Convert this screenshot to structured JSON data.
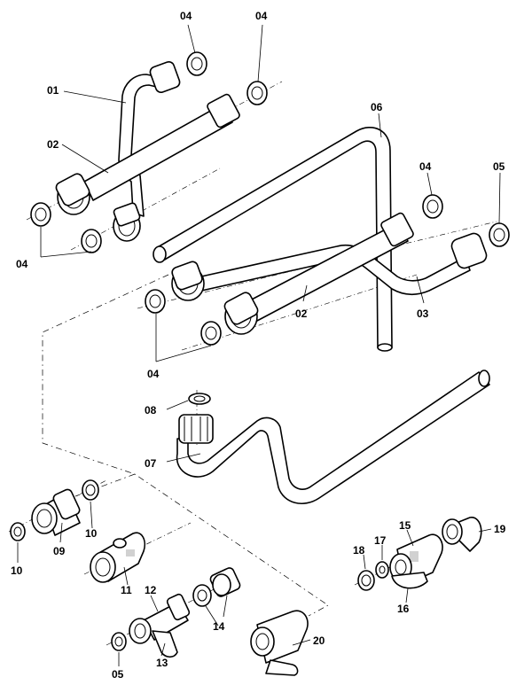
{
  "labels": {
    "l01": "01",
    "l02a": "02",
    "l02b": "02",
    "l03": "03",
    "l04a": "04",
    "l04b": "04",
    "l04c": "04",
    "l04d": "04",
    "l04e": "04",
    "l05a": "05",
    "l05b": "05",
    "l06": "06",
    "l07": "07",
    "l08": "08",
    "l09": "09",
    "l10a": "10",
    "l10b": "10",
    "l11": "11",
    "l12": "12",
    "l13": "13",
    "l14": "14",
    "l15": "15",
    "l16": "16",
    "l17": "17",
    "l18": "18",
    "l19": "19",
    "l20": "20"
  }
}
